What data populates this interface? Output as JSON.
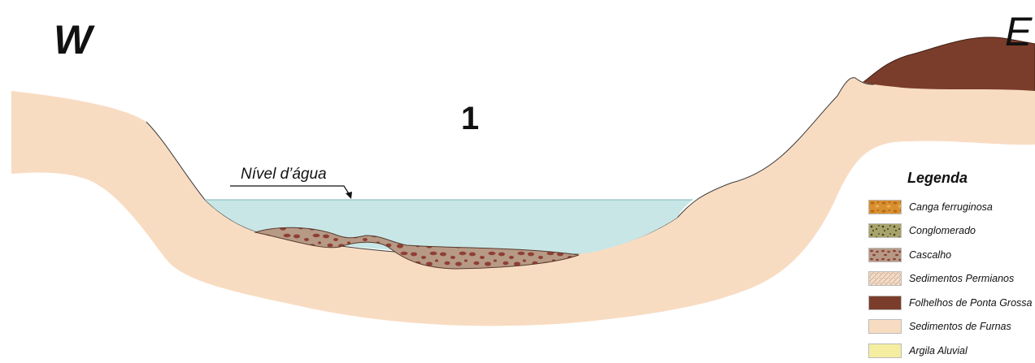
{
  "directions": {
    "west": "W",
    "east": "E"
  },
  "section_number": "1",
  "water_level_label": "Nível d’água",
  "legend": {
    "title": "Legenda",
    "items": [
      {
        "label": "Canga ferruginosa",
        "pattern": "canga",
        "color": "#d8902f"
      },
      {
        "label": "Conglomerado",
        "pattern": "conglomerado",
        "color": "#a7a36a"
      },
      {
        "label": "Cascalho",
        "pattern": "cascalho",
        "color": "#b69a86"
      },
      {
        "label": "Sedimentos Permianos",
        "pattern": "permianos",
        "color": "#f3dcc8"
      },
      {
        "label": "Folhelhos de Ponta Grossa",
        "pattern": "solid",
        "color": "#7b3d2b"
      },
      {
        "label": "Sedimentos de Furnas",
        "pattern": "solid",
        "color": "#f8dcc2"
      },
      {
        "label": "Argila Aluvial",
        "pattern": "solid",
        "color": "#f5eea0"
      }
    ]
  },
  "colors": {
    "furnas": "#f8dcc2",
    "ponta_grossa": "#7b3d2b",
    "water": "#c8e6e6",
    "cascalho_base": "#b69a86",
    "cascalho_clast": "#8f3f35"
  }
}
